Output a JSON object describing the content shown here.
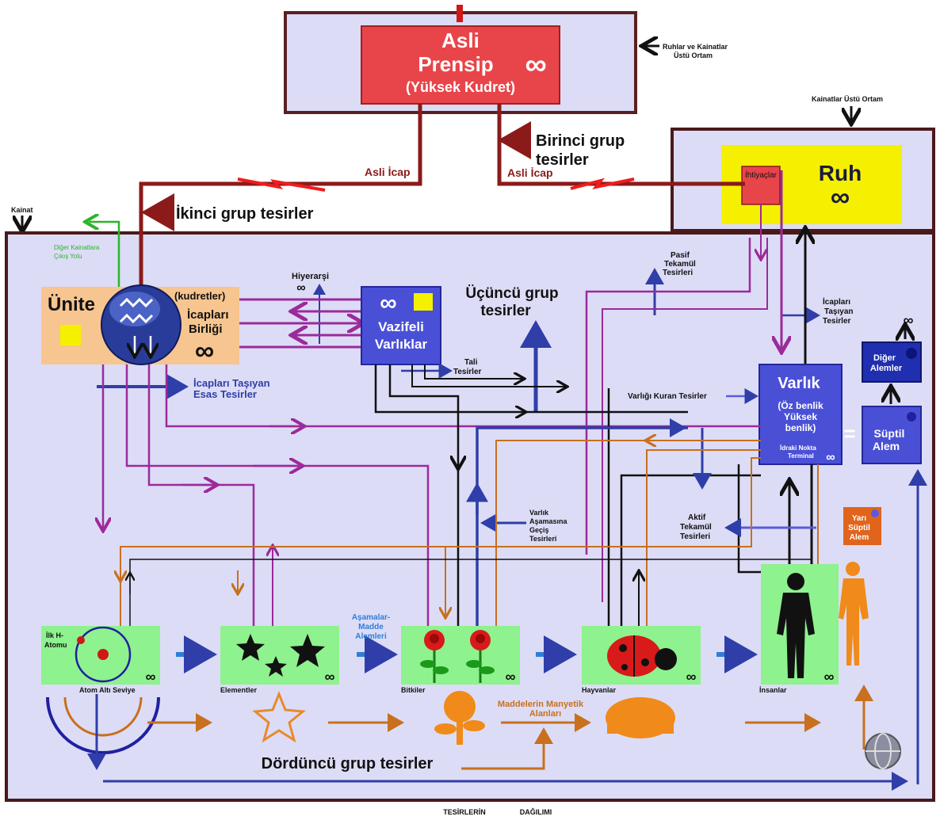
{
  "principle": {
    "title_line1": "Asli",
    "title_line2": "Prensip",
    "subtitle": "(Yüksek Kudret)",
    "infinity": "∞",
    "side_note_line1": "Ruhlar ve Kainatlar",
    "side_note_line2": "Üstü Ortam"
  },
  "ruh_region": {
    "note": "Kainatlar Üstü Ortam",
    "ruh_label": "Ruh",
    "infinity": "∞",
    "ihtiyaclar": "İhtiyaçlar"
  },
  "kainat_label": "Kainat",
  "groups": {
    "first_line1": "Birinci grup",
    "first_line2": "tesirler",
    "second": "İkinci grup tesirler",
    "third_line1": "Üçüncü grup",
    "third_line2": "tesirler",
    "fourth": "Dördüncü grup tesirler"
  },
  "asli_icap_left": "Asli İcap",
  "asli_icap_right": "Asli İcap",
  "unite": {
    "label": "Ünite",
    "kudretler": "(kudretler)",
    "icaplar_line1": "İcapları",
    "icaplar_line2": "Birliği",
    "infinity": "∞",
    "exit_line1": "Diğer Kainatlara",
    "exit_line2": "Çıkış Yolu"
  },
  "labels": {
    "hiyerarsi": "Hiyerarşi",
    "vazifeli_line1": "Vazifeli",
    "vazifeli_line2": "Varlıklar",
    "tali_line1": "Tali",
    "tali_line2": "Tesirler",
    "icaplari_esas_line1": "İcapları Taşıyan",
    "icaplari_esas_line2": "Esas Tesirler",
    "pasif_line1": "Pasif",
    "pasif_line2": "Tekamül",
    "pasif_line3": "Tesirleri",
    "icaplari_line1": "İcapları",
    "icaplari_line2": "Taşıyan",
    "icaplari_line3": "Tesirler",
    "varligi_kuran": "Varlığı Kuran Tesirler",
    "varlik_asama_line1": "Varlık",
    "varlik_asama_line2": "Aşamasına",
    "varlik_asama_line3": "Geçiş",
    "varlik_asama_line4": "Tesirleri",
    "aktif_line1": "Aktif",
    "aktif_line2": "Tekamül",
    "aktif_line3": "Tesirleri",
    "asamalar_line1": "Aşamalar-",
    "asamalar_line2": "Madde",
    "asamalar_line3": "Alemleri",
    "manyetik_line1": "Maddelerin Manyetik",
    "manyetik_line2": "Alanları"
  },
  "varlik": {
    "title": "Varlık",
    "sub_line1": "(Öz benlik",
    "sub_line2": "Yüksek",
    "sub_line3": "benlik)",
    "terminal_line1": "İdraki Nokta",
    "terminal_line2": "Terminal",
    "infinity": "∞"
  },
  "equals": "=",
  "suptil": {
    "line1": "Süptil",
    "line2": "Alem"
  },
  "diger_alemler": {
    "line1": "Diğer",
    "line2": "Alemler"
  },
  "yari_suptil": {
    "line1": "Yarı",
    "line2": "Süptil",
    "line3": "Alem"
  },
  "top_infinity": "∞",
  "stages": [
    {
      "label": "Atom Altı Seviye",
      "infinity": "∞"
    },
    {
      "label": "Elementler",
      "infinity": "∞"
    },
    {
      "label": "Bitkiler",
      "infinity": "∞"
    },
    {
      "label": "Hayvanlar",
      "infinity": "∞"
    },
    {
      "label": "İnsanlar",
      "infinity": "∞"
    }
  ],
  "ilk_atom_line1": "İlk H-",
  "ilk_atom_line2": "Atomu",
  "footer_left": "TESİRLERİN",
  "footer_right": "DAĞILIMI",
  "colors": {
    "dark_red": "#8b1a1a",
    "box_red": "#e8454a",
    "panel_lavender": "#dcdcf6",
    "purple_line": "#9b2a9b",
    "blue_arrow": "#2f3ea8",
    "orange_line": "#c8701e",
    "green_stage": "#8ef28e",
    "unite_orange": "#f7c58f",
    "ruh_yellow": "#f5f000"
  }
}
